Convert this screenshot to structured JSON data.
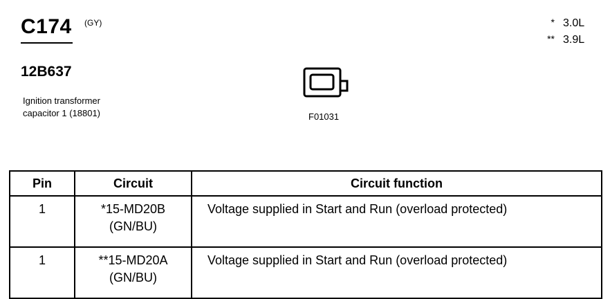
{
  "header": {
    "connector_id": "C174",
    "connector_color": "(GY)",
    "part_number": "12B637",
    "description_lines": [
      "Ignition transformer",
      "capacitor 1 (18801)"
    ],
    "figure_code": "F01031"
  },
  "legend": [
    {
      "mark": "*",
      "value": "3.0L"
    },
    {
      "mark": "**",
      "value": "3.9L"
    }
  ],
  "table": {
    "headers": {
      "pin": "Pin",
      "circuit": "Circuit",
      "function": "Circuit function"
    },
    "rows": [
      {
        "pin": "1",
        "circuit": "*15-MD20B",
        "color": "(GN/BU)",
        "function": "Voltage supplied in Start and Run (overload protected)"
      },
      {
        "pin": "1",
        "circuit": "**15-MD20A",
        "color": "(GN/BU)",
        "function": "Voltage supplied in Start and Run (overload protected)"
      }
    ]
  }
}
